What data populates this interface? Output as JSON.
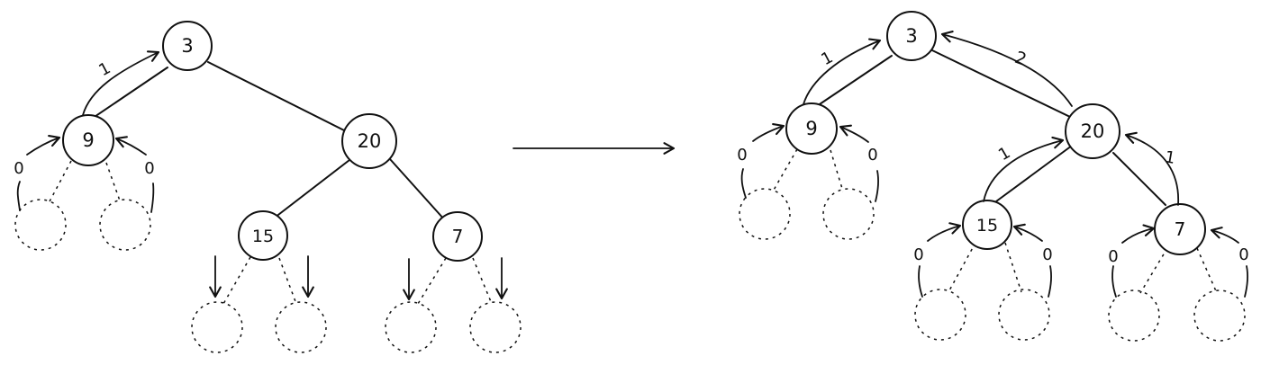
{
  "left_tree": {
    "nodes": {
      "root": "3",
      "left": "9",
      "right": "20",
      "right_left": "15",
      "right_right": "7"
    },
    "returns": {
      "left_to_root": "1",
      "left_null_left": "0",
      "left_null_right": "0"
    }
  },
  "right_tree": {
    "nodes": {
      "root": "3",
      "left": "9",
      "right": "20",
      "right_left": "15",
      "right_right": "7"
    },
    "returns": {
      "left_to_root": "1",
      "right_to_root": "2",
      "left_null_left": "0",
      "left_null_right": "0",
      "right_left_to_right": "1",
      "right_right_to_right": "1",
      "right_left_null_left": "0",
      "right_left_null_right": "0",
      "right_right_null_left": "0",
      "right_right_null_right": "0"
    }
  }
}
